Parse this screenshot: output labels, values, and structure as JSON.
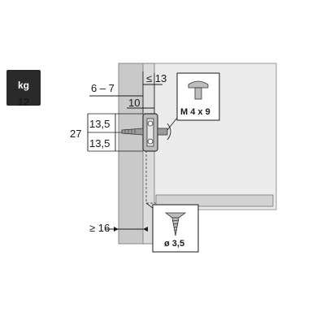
{
  "weight": {
    "unit": "kg",
    "value": "12"
  },
  "dimensions": {
    "gap_range": "6 – 7",
    "max_gap": "≤ 13",
    "offset": "10",
    "upper_half": "13,5",
    "lower_half": "13,5",
    "total_height": "27",
    "min_thickness": "≥ 16"
  },
  "callouts": {
    "bolt": "M 4 x 9",
    "screw": "ø 3,5"
  },
  "colors": {
    "panel": "#c9c9c9",
    "panel_light": "#ececec",
    "line": "#1a1a1a",
    "badge": "#2a2a2a"
  }
}
